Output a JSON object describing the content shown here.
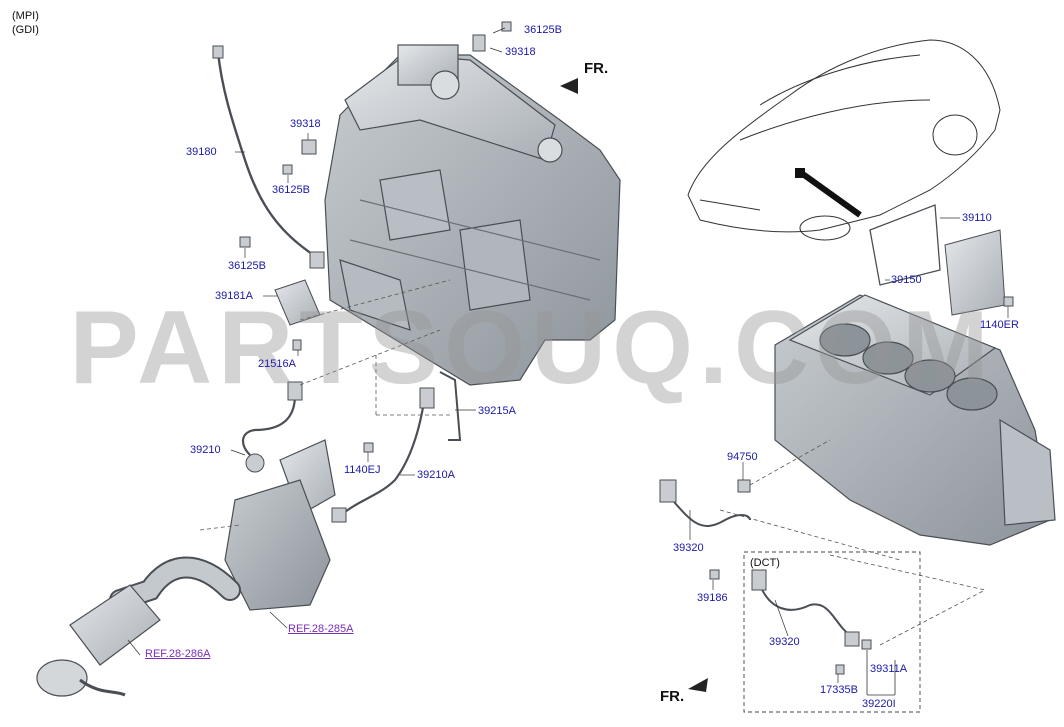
{
  "header": {
    "line1": "(MPI)",
    "line2": "(GDI)"
  },
  "watermark": "PARTSOUQ.COM",
  "fr_label": "FR.",
  "dct_label": "(DCT)",
  "parts": {
    "p36125B_top": "36125B",
    "p39318_top": "39318",
    "p39180": "39180",
    "p39318_mid": "39318",
    "p36125B_mid": "36125B",
    "p36125B_low": "36125B",
    "p39181A": "39181A",
    "p21516A": "21516A",
    "p39215A": "39215A",
    "p39210": "39210",
    "p1140EJ": "1140EJ",
    "p39210A": "39210A",
    "p39110": "39110",
    "p39150": "39150",
    "p1140ER": "1140ER",
    "p94750": "94750",
    "p39320": "39320",
    "p39186": "39186",
    "p39320_dct": "39320",
    "p39311A": "39311A",
    "p17335B": "17335B",
    "p39220I": "39220I"
  },
  "refs": {
    "ref_28_285A": "REF.28-285A",
    "ref_28_286A": "REF.28-286A"
  },
  "colors": {
    "label": "#1a1aa8",
    "ref": "#7a2fb8",
    "part_fill": "#c9cdd1",
    "part_stroke": "#4a4f55"
  }
}
